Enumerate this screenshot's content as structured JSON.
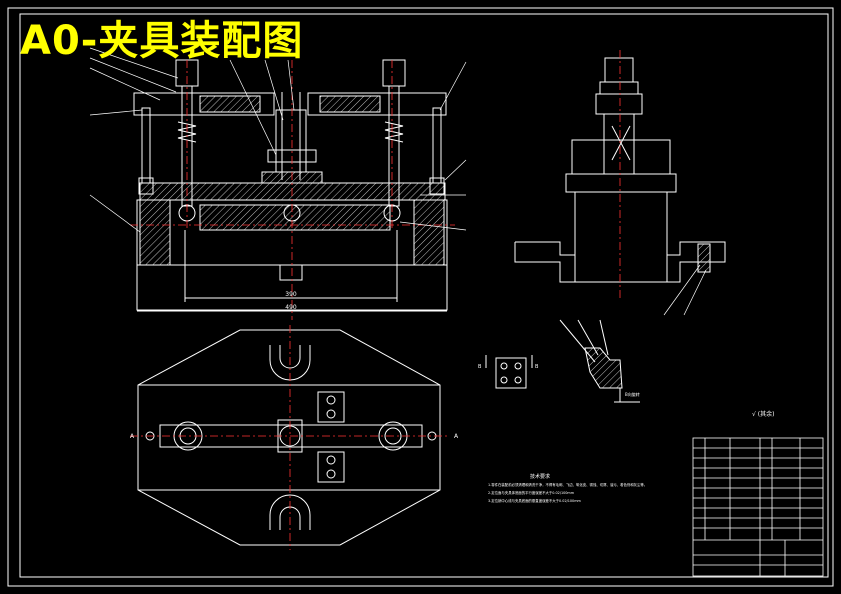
{
  "drawing": {
    "title": "A0-夹具装配图",
    "surface_roughness": "√ (其余)",
    "tech_requirements": {
      "heading": "技术要求",
      "lines": [
        "1.零件在装配前必须清理和清洗干净，不得有毛刺、飞边、氧化皮、锈蚀、切屑、油污、着色剂和灰尘等。",
        "2.定位面与夹具体底面的平行度误差不大于0.02/100mm",
        "3.定位销中心线与夹具底面的垂直度误差不大于0.02/100mm"
      ]
    },
    "dimensions": {
      "inner_width": "390",
      "overall_width": "490"
    },
    "section_marks": {
      "a": "A",
      "b": "B"
    },
    "detail_label": "B向旋转"
  },
  "colors": {
    "background": "#000000",
    "lines": "#ffffff",
    "center_lines": "#ff0000",
    "title": "#ffff00",
    "hatch": "#c0c0c0"
  }
}
